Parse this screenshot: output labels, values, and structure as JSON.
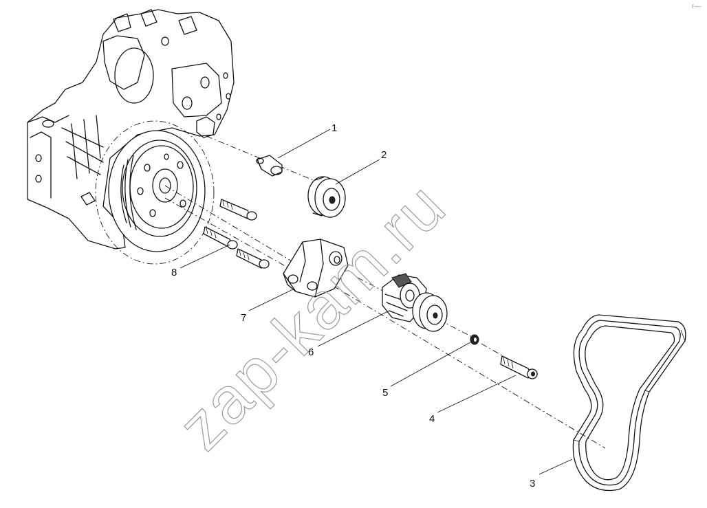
{
  "watermark": "zap-kam.ru",
  "corner_mark": "r—",
  "callouts": [
    {
      "id": "1",
      "label": "1"
    },
    {
      "id": "2",
      "label": "2"
    },
    {
      "id": "3",
      "label": "3"
    },
    {
      "id": "4",
      "label": "4"
    },
    {
      "id": "5",
      "label": "5"
    },
    {
      "id": "6",
      "label": "6"
    },
    {
      "id": "7",
      "label": "7"
    },
    {
      "id": "8",
      "label": "8"
    }
  ]
}
